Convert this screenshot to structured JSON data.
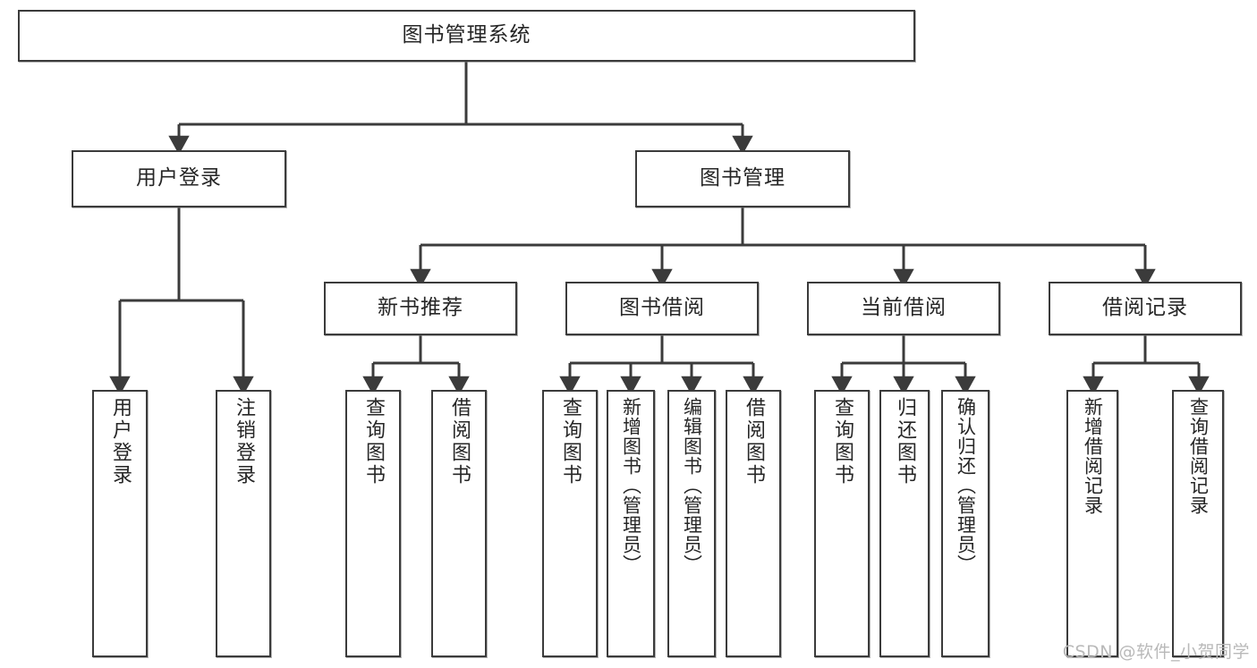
{
  "diagram": {
    "title": "图书管理系统",
    "watermark": "CSDN @软件_小贺同学",
    "line_color": "#3b3b3b",
    "box_fill": "#ffffff",
    "text_color": "#262626",
    "levels": {
      "root": {
        "label": "图书管理系统"
      },
      "level2": [
        {
          "label": "用户登录"
        },
        {
          "label": "图书管理"
        }
      ],
      "level3": [
        {
          "label": "新书推荐"
        },
        {
          "label": "图书借阅"
        },
        {
          "label": "当前借阅"
        },
        {
          "label": "借阅记录"
        }
      ],
      "leaves": {
        "user_login": [
          {
            "label": "用户登录"
          },
          {
            "label": "注销登录"
          }
        ],
        "new_book_recommend": [
          {
            "label": "查询图书"
          },
          {
            "label": "借阅图书"
          }
        ],
        "book_borrow": [
          {
            "label": "查询图书"
          },
          {
            "label": "新增图书（管理员）"
          },
          {
            "label": "编辑图书（管理员）"
          },
          {
            "label": "借阅图书"
          }
        ],
        "current_borrow": [
          {
            "label": "查询图书"
          },
          {
            "label": "归还图书"
          },
          {
            "label": "确认归还（管理员）"
          }
        ],
        "borrow_record": [
          {
            "label": "新增借阅记录"
          },
          {
            "label": "查询借阅记录"
          }
        ]
      }
    }
  }
}
